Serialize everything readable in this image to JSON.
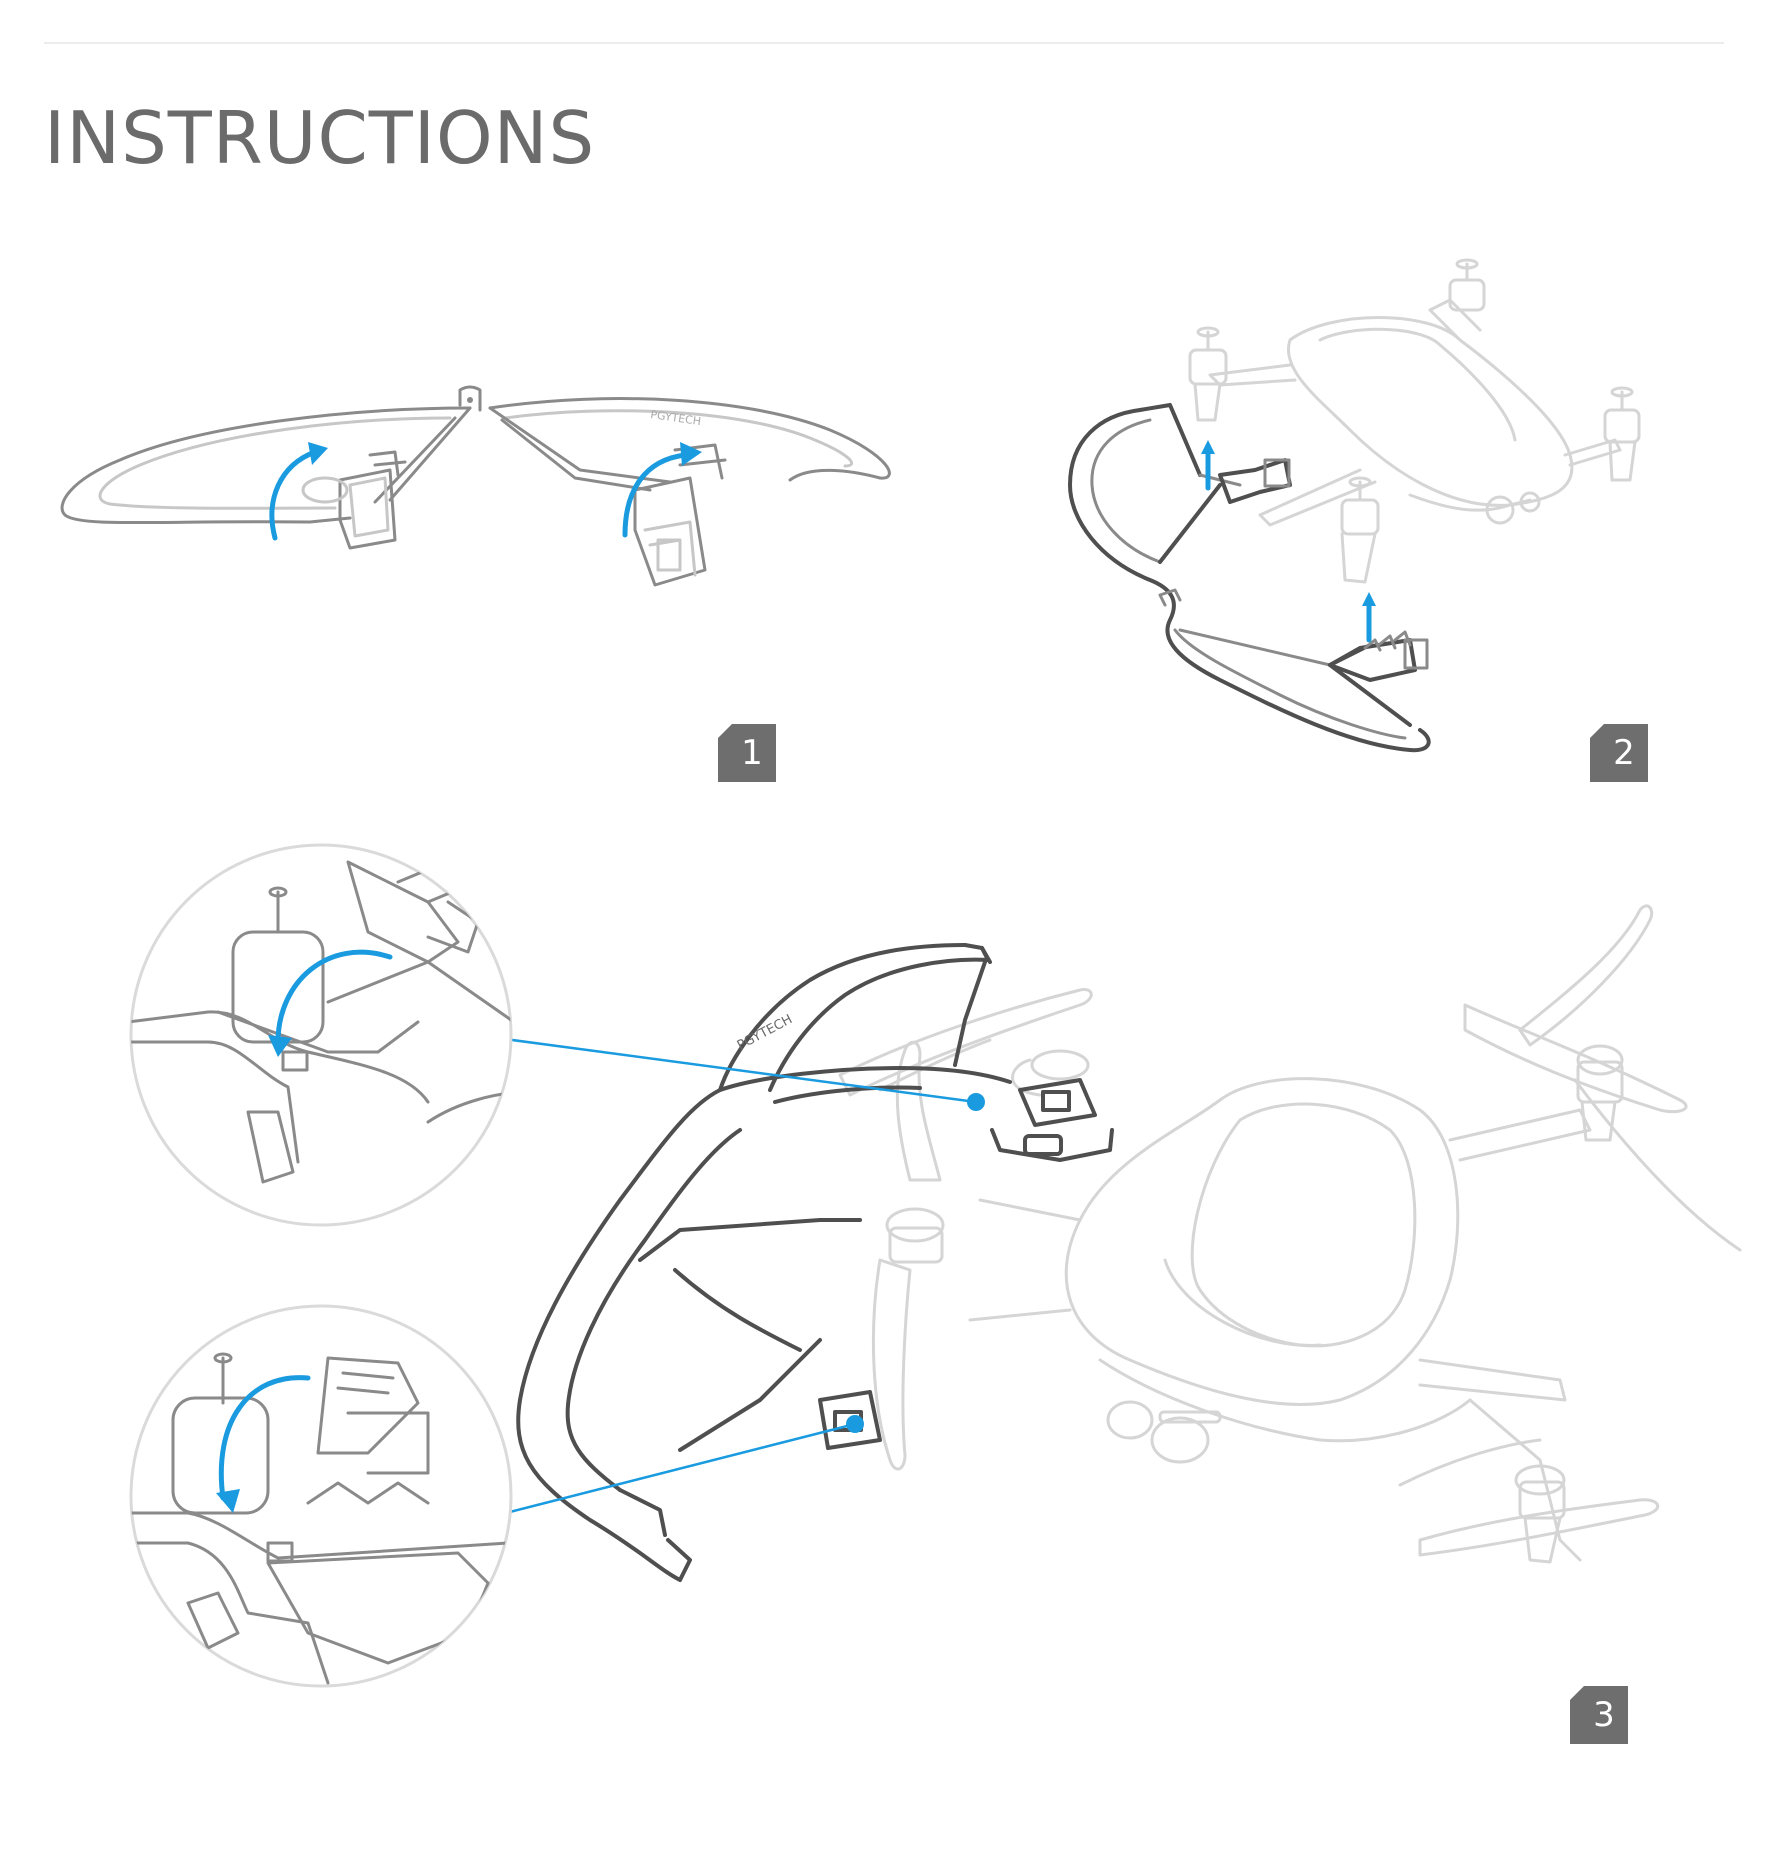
{
  "page": {
    "title": "INSTRUCTIONS"
  },
  "steps": [
    {
      "number": "1"
    },
    {
      "number": "2"
    },
    {
      "number": "3"
    }
  ],
  "brand": {
    "guard_text": "PGYTECH"
  },
  "colors": {
    "accent": "#1a9be0",
    "title": "#6b6b6b",
    "badge": "#6e6e6e",
    "line_art": "#c7c7c7",
    "guard": "#4f4f4f"
  }
}
